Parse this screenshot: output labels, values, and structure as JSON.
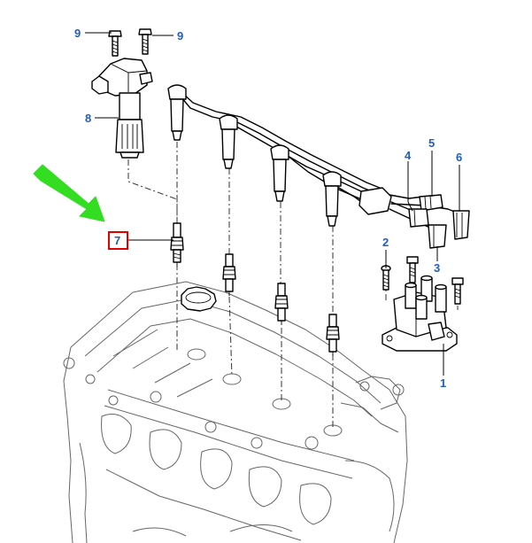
{
  "callouts": [
    {
      "id": "c1",
      "label": "1"
    },
    {
      "id": "c2",
      "label": "2"
    },
    {
      "id": "c3",
      "label": "3"
    },
    {
      "id": "c4",
      "label": "4"
    },
    {
      "id": "c5",
      "label": "5"
    },
    {
      "id": "c6",
      "label": "6"
    },
    {
      "id": "c7",
      "label": "7"
    },
    {
      "id": "c8",
      "label": "8"
    },
    {
      "id": "c9a",
      "label": "9"
    },
    {
      "id": "c9b",
      "label": "9"
    }
  ],
  "colors": {
    "callout_text": "#1f5fbf",
    "highlight_box": "#e00000",
    "arrow": "#33dd22",
    "line": "#000000"
  }
}
